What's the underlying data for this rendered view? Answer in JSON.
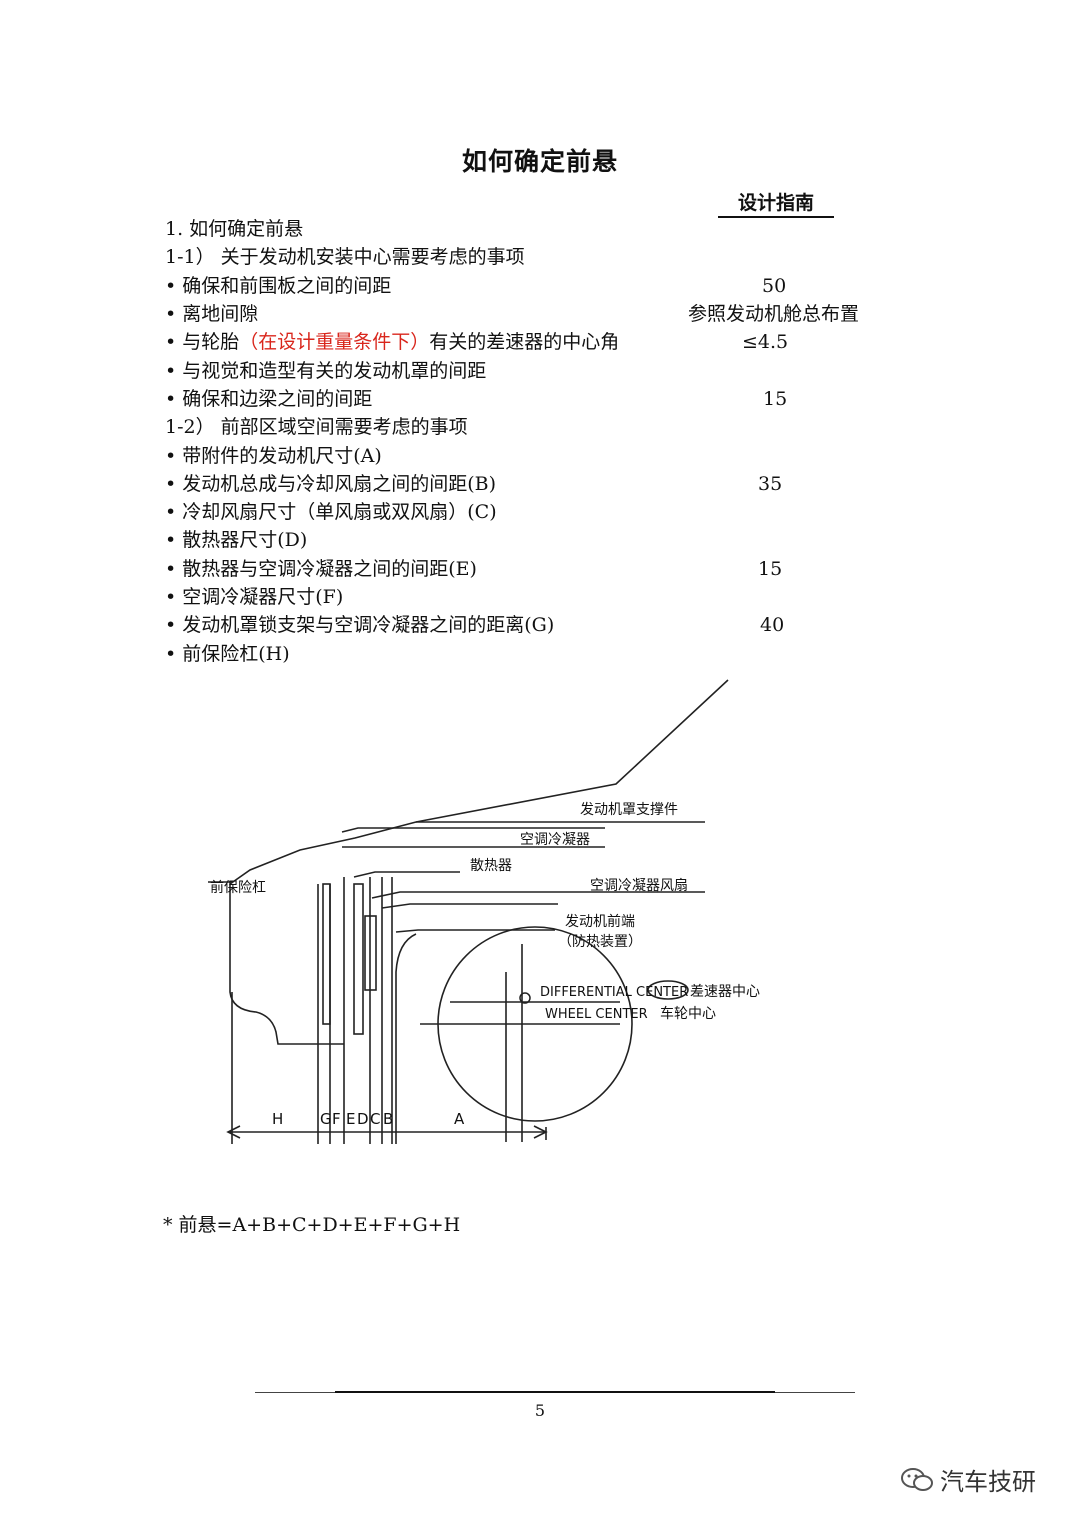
{
  "title": "如何确定前悬",
  "subtitle": "设计指南",
  "lines": [
    {
      "text": "1. 如何确定前悬",
      "value": ""
    },
    {
      "text": "1-1） 关于发动机安装中心需要考虑的事项",
      "value": ""
    },
    {
      "text": "• 确保和前围板之间的间距",
      "value": "50"
    },
    {
      "text": "• 离地间隙",
      "value": "参照发动机舱总布置"
    },
    {
      "text_pre": "• 与轮胎",
      "text_red": "（在设计重量条件下）",
      "text_post": "有关的差速器的中心角",
      "value": "≤4.5"
    },
    {
      "text": "• 与视觉和造型有关的发动机罩的间距",
      "value": ""
    },
    {
      "text": "• 确保和边梁之间的间距",
      "value": "15"
    },
    {
      "text": "1-2） 前部区域空间需要考虑的事项",
      "value": ""
    },
    {
      "text": "• 带附件的发动机尺寸(A)",
      "value": ""
    },
    {
      "text": "• 发动机总成与冷却风扇之间的间距(B)",
      "value": "35"
    },
    {
      "text": "• 冷却风扇尺寸（单风扇或双风扇）(C)",
      "value": ""
    },
    {
      "text": "• 散热器尺寸(D)",
      "value": ""
    },
    {
      "text": "• 散热器与空调冷凝器之间的间距(E)",
      "value": "15"
    },
    {
      "text": "• 空调冷凝器尺寸(F)",
      "value": ""
    },
    {
      "text": "• 发动机罩锁支架与空调冷凝器之间的距离(G)",
      "value": "40"
    },
    {
      "text": "• 前保险杠(H)",
      "value": ""
    }
  ],
  "diagram": {
    "labels": {
      "hood_support": "发动机罩支撑件",
      "ac_condenser": "空调冷凝器",
      "radiator": "散热器",
      "ac_condenser_fan": "空调冷凝器风扇",
      "engine_front": "发动机前端",
      "heat_shield": "（防热装置）",
      "front_bumper": "前保险杠",
      "differential_center": "DIFFERENTIAL CENTER",
      "differential_center_cn": "差速器中心",
      "wheel_center": "WHEEL CENTER",
      "wheel_center_cn": "车轮中心"
    },
    "dims": [
      "H",
      "G",
      "F",
      "E",
      "D",
      "C",
      "B",
      "A"
    ]
  },
  "formula": "* 前悬=A+B+C+D+E+F+G+H",
  "page_number": "5",
  "watermark": "汽车技研"
}
